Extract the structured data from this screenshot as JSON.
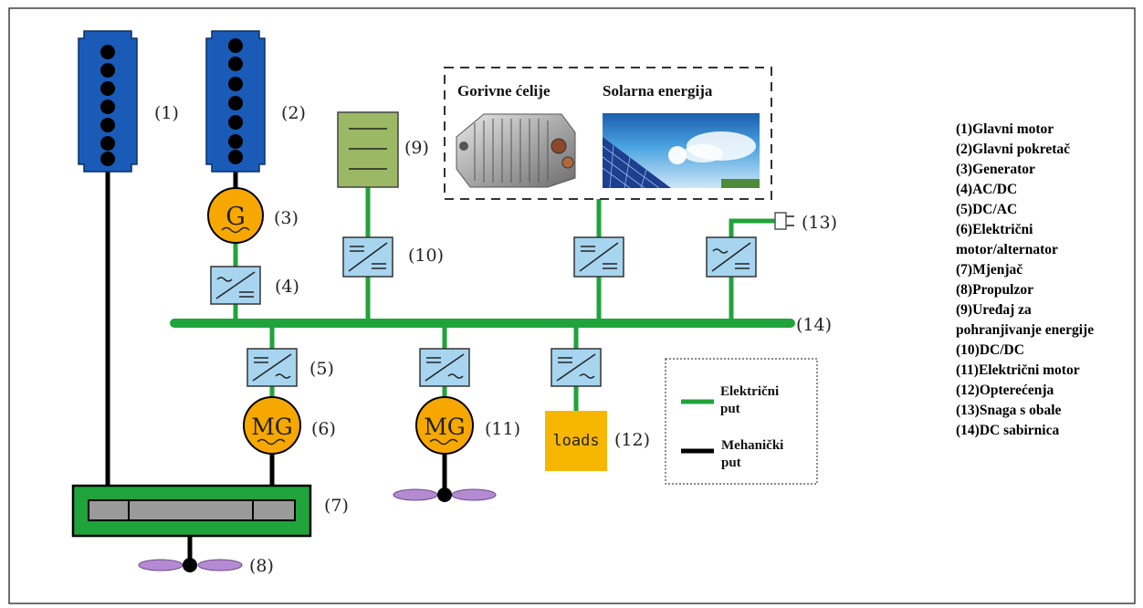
{
  "components": {
    "main_engine": "(1)",
    "prime_mover": "(2)",
    "generator": "(3)",
    "ac_dc": "(4)",
    "dc_ac_mg": "(5)",
    "motor_generator": "(6)",
    "gearbox": "(7)",
    "propeller": "(8)",
    "storage": "(9)",
    "dc_dc": "(10)",
    "electric_motor": "(11)",
    "loads": "(12)",
    "shore_power": "(13)",
    "dc_bus": "(14)"
  },
  "symbols": {
    "generator": "G",
    "motor_generator": "MG",
    "electric_motor": "MG",
    "loads": "loads"
  },
  "renewables": {
    "fuel_cells": "Gorivne ćelije",
    "solar": "Solarna energija"
  },
  "legend": {
    "electric_line1": "Električni",
    "electric_line2": "put",
    "mechanical_line1": "Mehanički",
    "mechanical_line2": "put",
    "electric_color": "#1fa33a",
    "mechanical_color": "#000000"
  },
  "key": [
    "(1)Glavni motor",
    "(2)Glavni pokretač",
    "(3)Generator",
    "(4)AC/DC",
    "(5)DC/AC",
    "(6)Električni",
    "motor/alternator",
    "(7)Mjenjač",
    "(8)Propulzor",
    "(9)Uređaj za",
    "pohranjivanje energije",
    "(10)DC/DC",
    "(11)Električni motor",
    "(12)Opterećenja",
    "(13)Snaga s obale",
    "(14)DC sabirnica"
  ]
}
